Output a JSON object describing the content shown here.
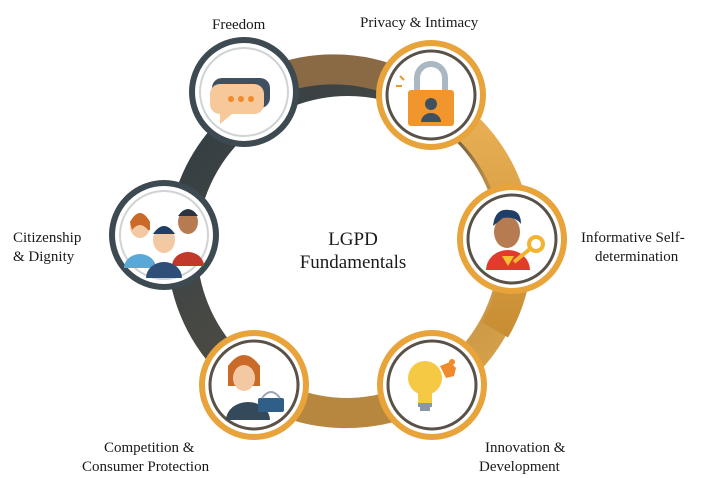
{
  "diagram": {
    "center_title": [
      "LGPD",
      "Fundamentals"
    ],
    "nodes": [
      {
        "id": "freedom",
        "label_lines": [
          "Freedom"
        ],
        "icon": "speech-bubble-icon"
      },
      {
        "id": "privacy",
        "label_lines": [
          "Privacy & Intimacy"
        ],
        "icon": "padlock-icon"
      },
      {
        "id": "self-determination",
        "label_lines": [
          "Informative Self-",
          "determination"
        ],
        "icon": "person-with-key-icon"
      },
      {
        "id": "innovation",
        "label_lines": [
          "Innovation &",
          "Development"
        ],
        "icon": "lightbulb-puzzle-icon"
      },
      {
        "id": "competition",
        "label_lines": [
          "Competition &",
          "Consumer Protection"
        ],
        "icon": "shopper-basket-icon"
      },
      {
        "id": "citizenship",
        "label_lines": [
          "Citizenship",
          "& Dignity"
        ],
        "icon": "people-group-icon"
      }
    ],
    "colors": {
      "ring_dark": "#2e3b43",
      "ring_gold": "#d4a049",
      "ring_brown": "#8a6a45",
      "node_border_gold": "#e8a33a",
      "node_border_dark": "#3d4a52"
    }
  }
}
